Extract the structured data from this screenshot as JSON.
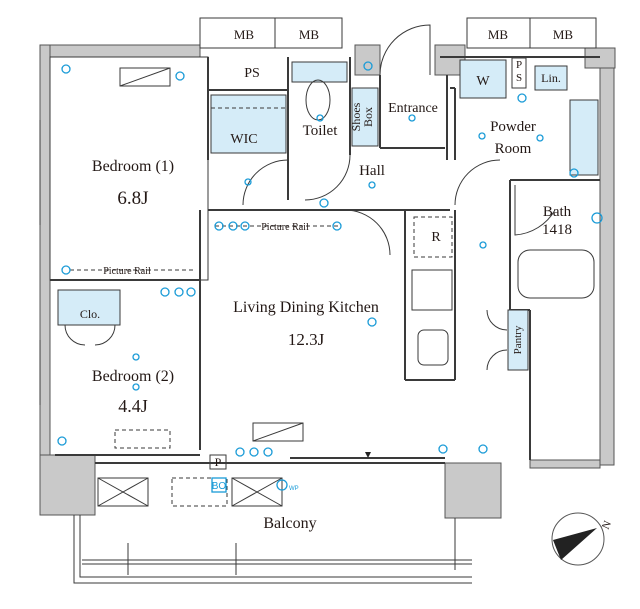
{
  "floorplan": {
    "rooms": {
      "bedroom1": {
        "name": "Bedroom (1)",
        "size": "6.8J"
      },
      "bedroom2": {
        "name": "Bedroom (2)",
        "size": "4.4J"
      },
      "ldk": {
        "name": "Living Dining Kitchen",
        "size": "12.3J"
      },
      "bath": {
        "name": "Bath",
        "size": "1418"
      },
      "toilet": "Toilet",
      "entrance": "Entrance",
      "hall": "Hall",
      "powder": [
        "Powder",
        "Room"
      ],
      "wic": "WIC",
      "balcony": "Balcony"
    },
    "fixtures": {
      "mb": [
        "MB",
        "MB",
        "MB",
        "MB"
      ],
      "ps": "PS",
      "ps_vertical": [
        "P",
        "S"
      ],
      "washer": "W",
      "linen": "Lin.",
      "shoes_box": [
        "Shoes",
        "Box"
      ],
      "refrigerator": "R",
      "closet": "Clo.",
      "pantry": "Pantry",
      "picture_rail_ldk": "Picture Rail",
      "picture_rail_bed1": "Picture Rail",
      "pipe_space": "P",
      "bo": "BO",
      "wp": "WP"
    },
    "compass": {
      "north_label": "N"
    }
  }
}
